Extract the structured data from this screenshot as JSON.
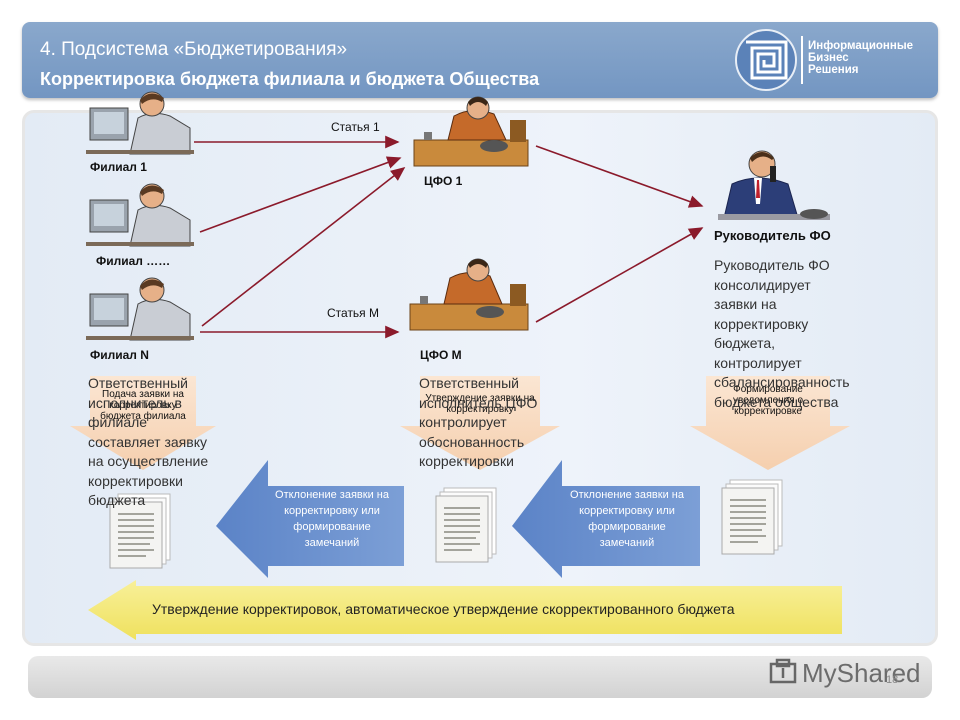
{
  "header": {
    "line1": "4. Подсистема «Бюджетирования»",
    "line2": "Корректировка бюджета филиала и бюджета Общества",
    "logo_lines": [
      "Информационные",
      "Бизнес",
      "Решения"
    ]
  },
  "diagram": {
    "nodes": {
      "filial1": "Филиал  1",
      "filial_mid": "Филиал  ……",
      "filialN": "Филиал  N",
      "cfo1": "ЦФО 1",
      "cfoM": "ЦФО М",
      "head": "Руководитель ФО"
    },
    "edge_labels": {
      "article1": "Статья  1",
      "articleM": "Статья  М"
    },
    "arrow_notes": {
      "submit": "Подача заявки на корректировку бюджета филиала",
      "approve": "Утверждение заявки на корректировку",
      "notify": "Формирование уведомления о корректировке"
    },
    "descriptions": {
      "filial": "Ответственный исполнитель в филиале составляет заявку на осуществление корректировки бюджета",
      "cfo": "Ответственный исполнитель ЦФО контролирует обоснованность корректировки",
      "head": "Руководитель ФО консолидирует заявки на корректировку бюджета, контролирует сбалансированность бюджета общества"
    },
    "reject_left": "Отклонение заявки на корректировку или формирование замечаний",
    "reject_right": "Отклонение заявки на корректировку или формирование замечаний",
    "bottom_banner": "Утверждение корректировок, автоматическое утверждение скорректированного бюджета"
  },
  "watermark": {
    "brand": "MyShared",
    "page": "18"
  },
  "colors": {
    "header": "#7b9cc6",
    "panel": "#e8eef7",
    "blue_arrow": "#6f93cf",
    "yellow_arrow": "#f5ea7a",
    "peach_arrow": "#f8d9bf",
    "edge": "#8b1a2b"
  }
}
